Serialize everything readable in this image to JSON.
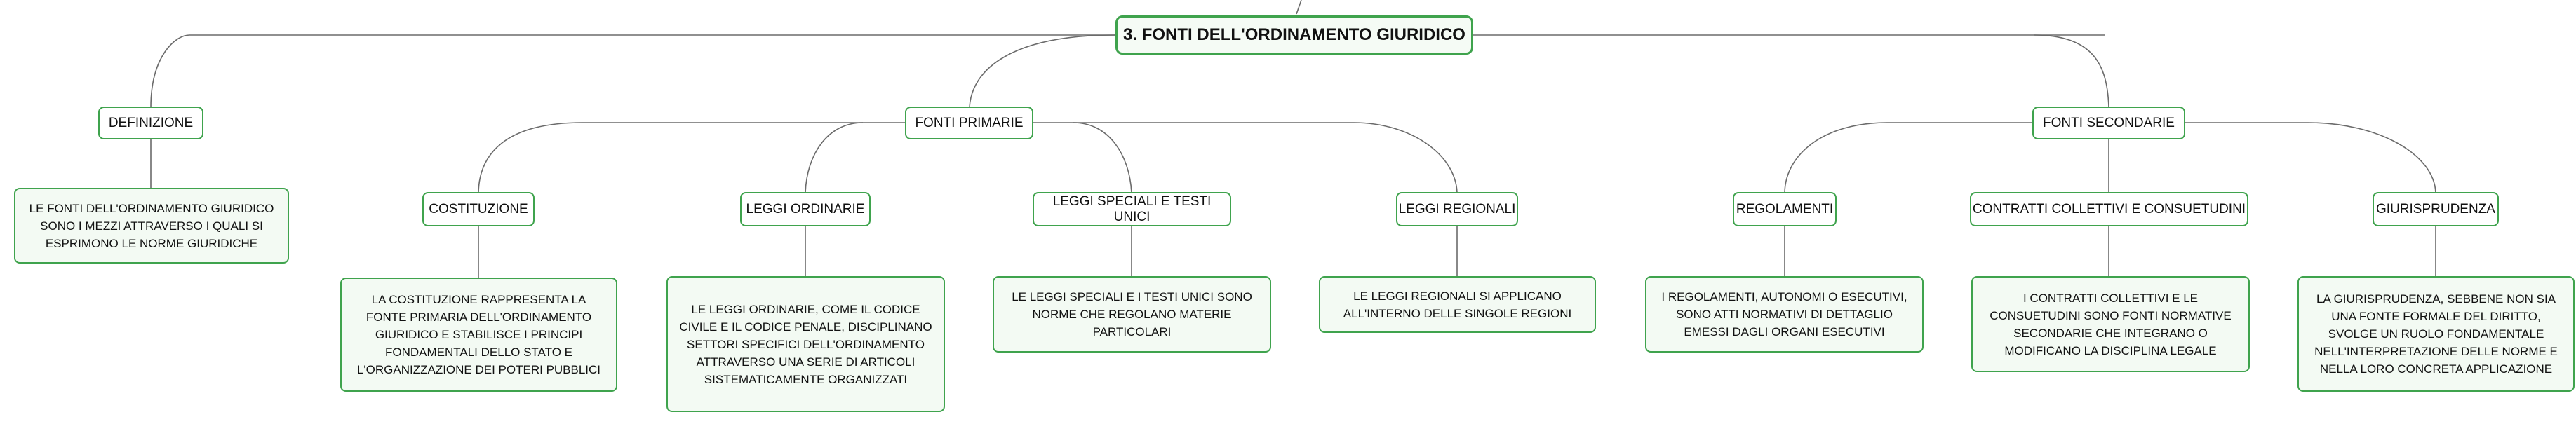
{
  "diagram": {
    "title": "3. FONTI DELL'ORDINAMENTO GIURIDICO",
    "accent_color": "#3fa34d",
    "line_color": "#6b6b6b",
    "branches": {
      "definizione": {
        "label": "DEFINIZIONE",
        "text": "LE FONTI DELL'ORDINAMENTO GIURIDICO SONO I MEZZI ATTRAVERSO I QUALI SI ESPRIMONO LE NORME GIURIDICHE"
      },
      "fonti_primarie": {
        "label": "FONTI PRIMARIE",
        "children": [
          {
            "label": "COSTITUZIONE",
            "text": "LA COSTITUZIONE RAPPRESENTA LA FONTE PRIMARIA DELL'ORDINAMENTO GIURIDICO E STABILISCE I PRINCIPI FONDAMENTALI DELLO STATO E L'ORGANIZZAZIONE DEI POTERI PUBBLICI"
          },
          {
            "label": "LEGGI ORDINARIE",
            "text": "LE LEGGI ORDINARIE, COME IL CODICE CIVILE E IL CODICE PENALE, DISCIPLINANO SETTORI SPECIFICI DELL'ORDINAMENTO ATTRAVERSO UNA SERIE DI ARTICOLI SISTEMATICAMENTE ORGANIZZATI"
          },
          {
            "label": "LEGGI SPECIALI E TESTI UNICI",
            "text": "LE LEGGI SPECIALI E I TESTI UNICI SONO NORME CHE REGOLANO MATERIE PARTICOLARI"
          },
          {
            "label": "LEGGI REGIONALI",
            "text": "LE LEGGI REGIONALI SI APPLICANO ALL'INTERNO DELLE SINGOLE REGIONI"
          }
        ]
      },
      "fonti_secondarie": {
        "label": "FONTI SECONDARIE",
        "children": [
          {
            "label": "REGOLAMENTI",
            "text": "I REGOLAMENTI, AUTONOMI O ESECUTIVI, SONO ATTI NORMATIVI DI DETTAGLIO EMESSI DAGLI ORGANI ESECUTIVI"
          },
          {
            "label": "CONTRATTI COLLETTIVI E CONSUETUDINI",
            "text": "I CONTRATTI COLLETTIVI E LE CONSUETUDINI SONO FONTI NORMATIVE SECONDARIE CHE INTEGRANO O MODIFICANO LA DISCIPLINA LEGALE"
          },
          {
            "label": "GIURISPRUDENZA",
            "text": "LA GIURISPRUDENZA, SEBBENE NON SIA UNA FONTE FORMALE DEL DIRITTO, SVOLGE UN RUOLO FONDAMENTALE NELL'INTERPRETAZIONE DELLE NORME E NELLA LORO CONCRETA APPLICAZIONE"
          }
        ]
      }
    }
  }
}
